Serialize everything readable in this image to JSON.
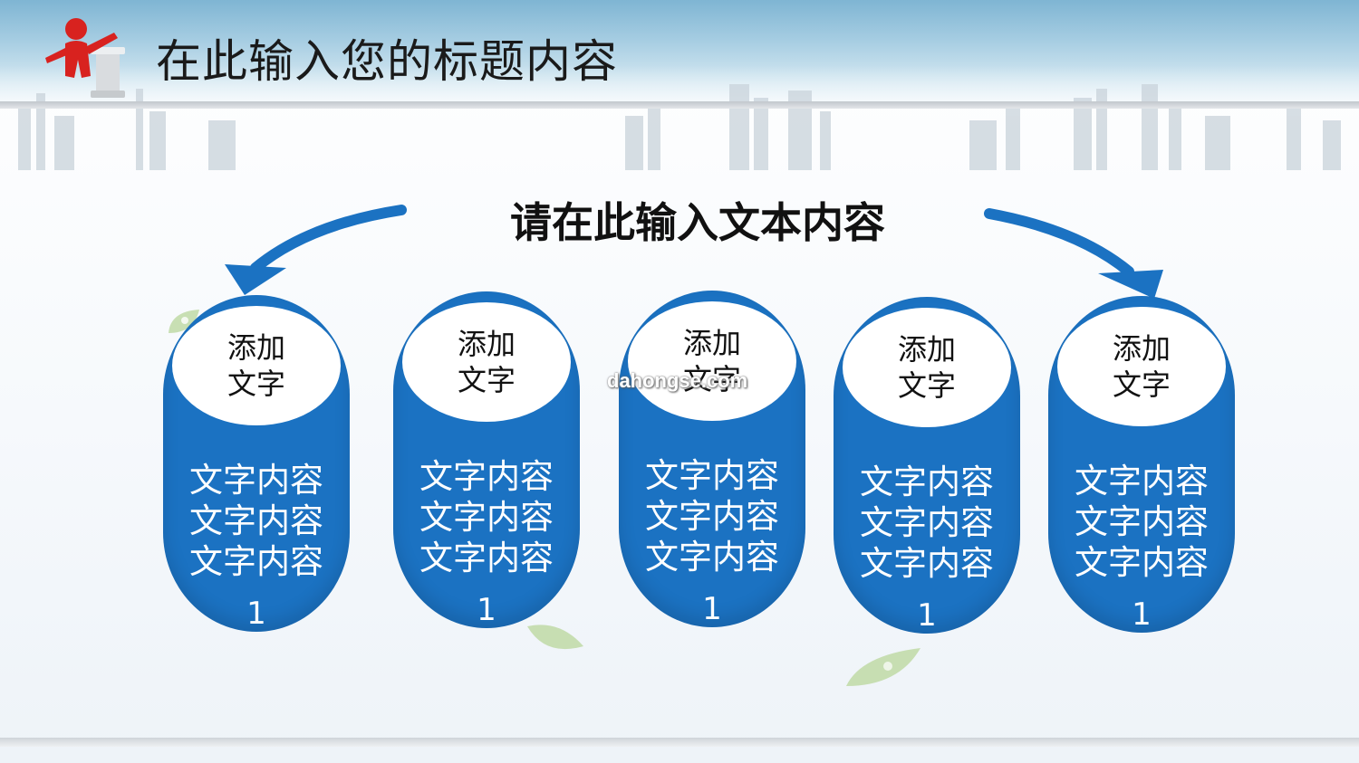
{
  "slide": {
    "title": "在此输入您的标题内容",
    "subtitle": "请在此输入文本内容",
    "watermark": "dahongse.com"
  },
  "colors": {
    "accent": "#1b72c2",
    "top_band": "#a6cde2",
    "presenter_red": "#d8221f"
  },
  "icons": [
    "presenter-figure-icon",
    "curved-arrow-left-icon",
    "curved-arrow-right-icon",
    "leaf-icon"
  ],
  "cards": [
    {
      "cap_line1": "添加",
      "cap_line2": "文字",
      "body": [
        "文字内容",
        "文字内容",
        "文字内容"
      ],
      "number": "1"
    },
    {
      "cap_line1": "添加",
      "cap_line2": "文字",
      "body": [
        "文字内容",
        "文字内容",
        "文字内容"
      ],
      "number": "1"
    },
    {
      "cap_line1": "添加",
      "cap_line2": "文字",
      "body": [
        "文字内容",
        "文字内容",
        "文字内容"
      ],
      "number": "1"
    },
    {
      "cap_line1": "添加",
      "cap_line2": "文字",
      "body": [
        "文字内容",
        "文字内容",
        "文字内容"
      ],
      "number": "1"
    },
    {
      "cap_line1": "添加",
      "cap_line2": "文字",
      "body": [
        "文字内容",
        "文字内容",
        "文字内容"
      ],
      "number": "1"
    }
  ]
}
